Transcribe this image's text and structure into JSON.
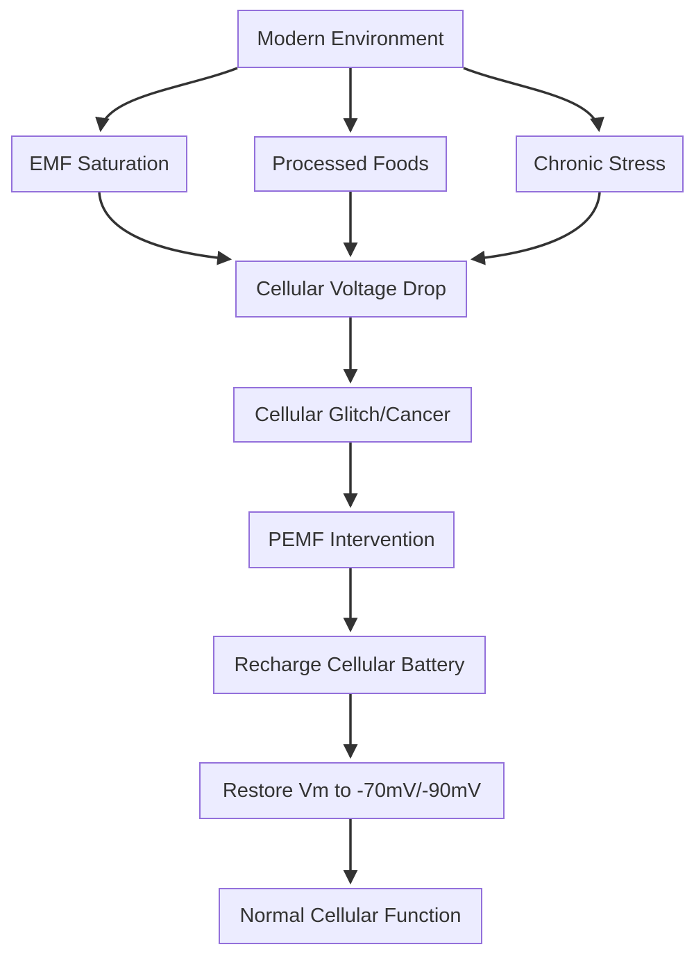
{
  "diagram": {
    "type": "flowchart",
    "direction": "top-down",
    "nodes": [
      {
        "id": "modern-environment",
        "label": "Modern Environment"
      },
      {
        "id": "emf-saturation",
        "label": "EMF Saturation"
      },
      {
        "id": "processed-foods",
        "label": "Processed Foods"
      },
      {
        "id": "chronic-stress",
        "label": "Chronic Stress"
      },
      {
        "id": "cellular-voltage-drop",
        "label": "Cellular Voltage Drop"
      },
      {
        "id": "cellular-glitch-cancer",
        "label": "Cellular Glitch/Cancer"
      },
      {
        "id": "pemf-intervention",
        "label": "PEMF Intervention"
      },
      {
        "id": "recharge-cellular-battery",
        "label": "Recharge Cellular Battery"
      },
      {
        "id": "restore-vm",
        "label": "Restore Vm to -70mV/-90mV"
      },
      {
        "id": "normal-cellular-function",
        "label": "Normal Cellular Function"
      }
    ],
    "edges": [
      {
        "from": "modern-environment",
        "to": "emf-saturation"
      },
      {
        "from": "modern-environment",
        "to": "processed-foods"
      },
      {
        "from": "modern-environment",
        "to": "chronic-stress"
      },
      {
        "from": "emf-saturation",
        "to": "cellular-voltage-drop"
      },
      {
        "from": "processed-foods",
        "to": "cellular-voltage-drop"
      },
      {
        "from": "chronic-stress",
        "to": "cellular-voltage-drop"
      },
      {
        "from": "cellular-voltage-drop",
        "to": "cellular-glitch-cancer"
      },
      {
        "from": "cellular-glitch-cancer",
        "to": "pemf-intervention"
      },
      {
        "from": "pemf-intervention",
        "to": "recharge-cellular-battery"
      },
      {
        "from": "recharge-cellular-battery",
        "to": "restore-vm"
      },
      {
        "from": "restore-vm",
        "to": "normal-cellular-function"
      }
    ]
  },
  "theme": {
    "node_fill": "#ECECFF",
    "node_border": "#9370DB",
    "edge_color": "#333333",
    "text_color": "#333333",
    "background": "#FFFFFF"
  }
}
